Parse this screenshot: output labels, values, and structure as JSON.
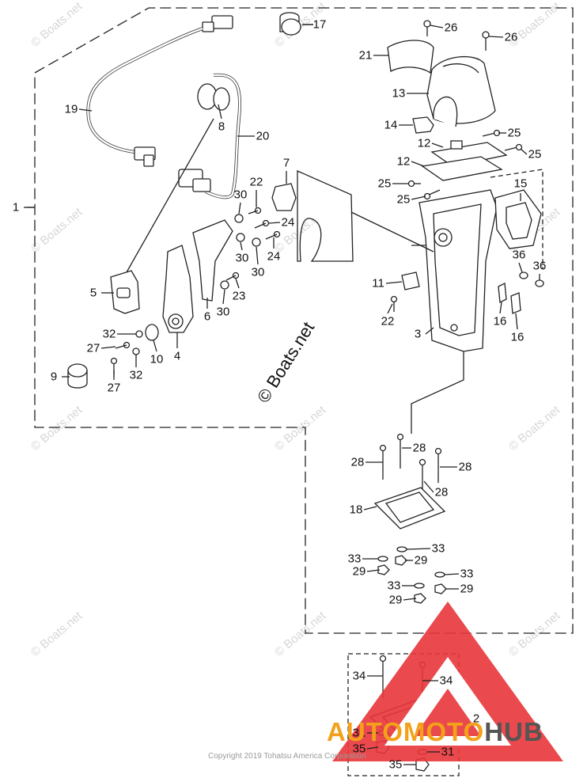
{
  "watermark_text": "© Boats.net",
  "stamp_text": "© Boats.net",
  "copyright": "Copyright 2019 Tohatsu America Corporation",
  "brand": {
    "part1": "AUTOMOTO",
    "part2": "HUB",
    "triangle_color": "#e8353a",
    "accent_color": "#f3a11a"
  },
  "callouts": [
    "1",
    "2",
    "3",
    "4",
    "5",
    "6",
    "7",
    "8",
    "9",
    "10",
    "11",
    "12",
    "12",
    "13",
    "14",
    "15",
    "16",
    "16",
    "17",
    "18",
    "19",
    "20",
    "21",
    "22",
    "22",
    "23",
    "24",
    "24",
    "25",
    "25",
    "25",
    "25",
    "26",
    "26",
    "27",
    "27",
    "28",
    "28",
    "28",
    "28",
    "29",
    "29",
    "29",
    "29",
    "30",
    "30",
    "30",
    "30",
    "31",
    "31",
    "32",
    "32",
    "33",
    "33",
    "33",
    "33",
    "34",
    "34",
    "35",
    "35",
    "36",
    "36"
  ]
}
